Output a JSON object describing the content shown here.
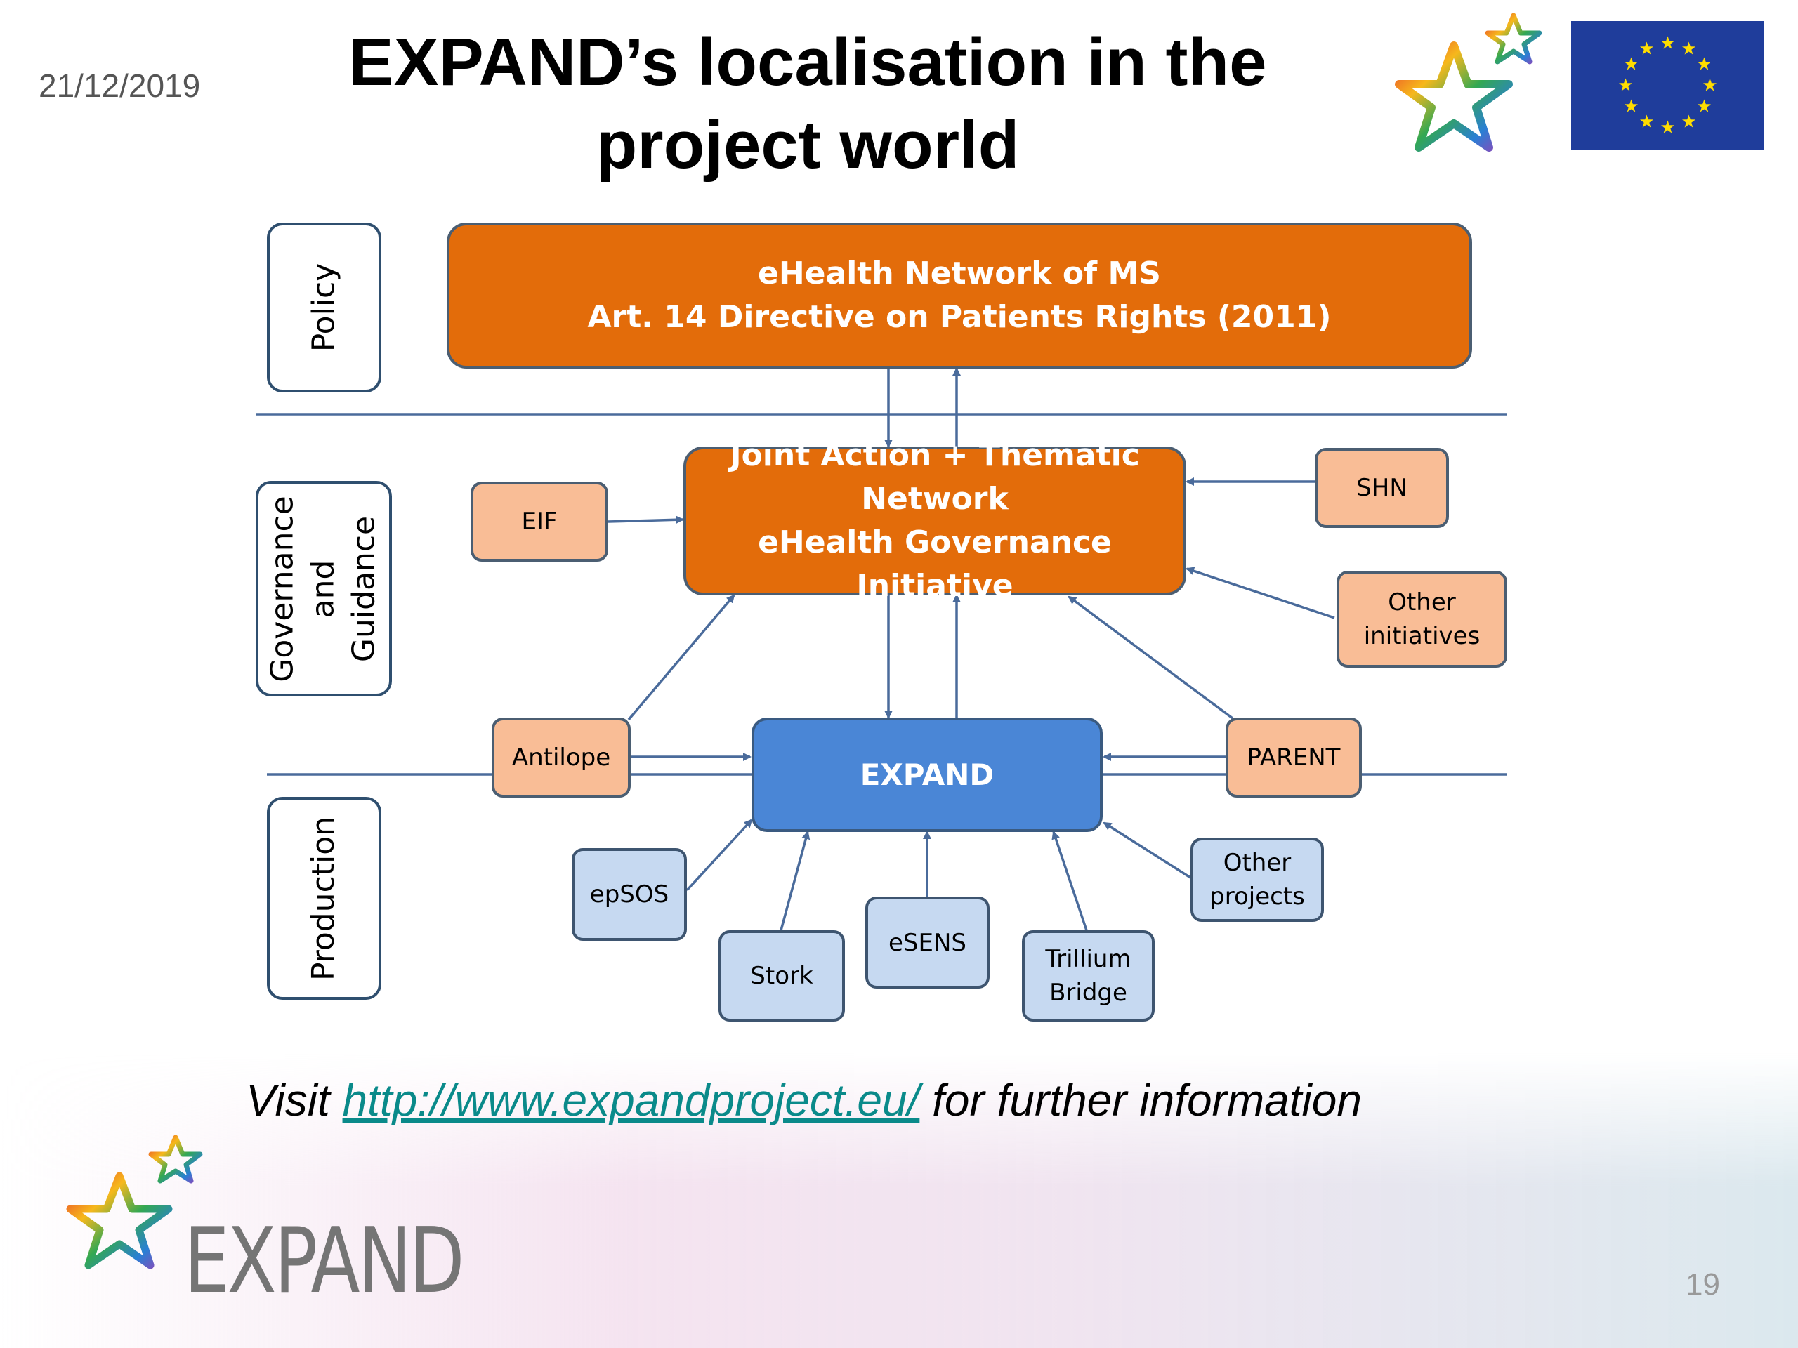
{
  "header": {
    "date": "21/12/2019",
    "title": "EXPAND’s localisation in the project world"
  },
  "lanes": {
    "policy": "Policy",
    "governance": "Governance\nand\nGuidance",
    "production": "Production"
  },
  "nodes": {
    "ehealth_network": "eHealth Network of MS\nArt. 14 Directive on Patients Rights (2011)",
    "joint_action": "Joint Action + Thematic\nNetwork\neHealth Governance Initiative",
    "eif": "EIF",
    "shn": "SHN",
    "other_initiatives": "Other\ninitiatives",
    "antilope": "Antilope",
    "expand": "EXPAND",
    "parent": "PARENT",
    "epsos": "epSOS",
    "stork": "Stork",
    "esens": "eSENS",
    "trillium": "Trillium\nBridge",
    "other_projects": "Other\nprojects"
  },
  "footer": {
    "bullet_glyph": "",
    "visit_prefix": "Visit ",
    "link": "http://www.expandproject.eu/",
    "visit_suffix": " for further information",
    "logo_text": "EXPAND",
    "page_number": "19"
  },
  "colors": {
    "orange": "#e36c0a",
    "peach": "#f9bd96",
    "light_blue": "#c6d9f1",
    "expand_blue": "#4a86d6",
    "eu_blue": "#1f3d9b",
    "eu_gold": "#ffdd00"
  },
  "icons": {
    "logo": "multicolor-stars-icon",
    "flag": "eu-flag-icon"
  }
}
